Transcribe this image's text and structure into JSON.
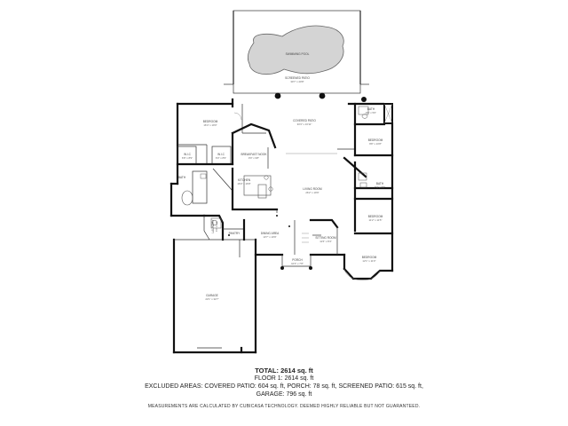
{
  "rooms": {
    "swimming_pool": "SWIMMING POOL",
    "screened_patio": {
      "name": "SCREENED PATIO",
      "dims": "30'7\" x 20'8\""
    },
    "covered_patio": {
      "name": "COVERED PATIO",
      "dims": "30'3\" x 16'11\""
    },
    "bedroom_main": {
      "name": "BEDROOM",
      "dims": "16'4\" x 19'0\""
    },
    "breakfast_nook": {
      "name": "BREAKFAST NOOK",
      "dims": "9'0\" x 9'8\""
    },
    "wic_1": {
      "name": "W.I.C",
      "dims": "6'8\" x 8'9\""
    },
    "wic_2": {
      "name": "W.I.C",
      "dims": "6'0\" x 8'9\""
    },
    "kitchen": {
      "name": "KITCHEN",
      "dims": "16'0\" x 16'8\""
    },
    "living_room": {
      "name": "LIVING ROOM",
      "dims": "26'2\" x 19'9\""
    },
    "bath_ne": {
      "name": "BATH",
      "dims": "9'8\" x 5'0\""
    },
    "bedroom_ne": {
      "name": "BEDROOM",
      "dims": "9'8\" x 10'8\""
    },
    "bath_e": {
      "name": "BATH",
      "dims": "7'4\" x 5'5\""
    },
    "bedroom_e": {
      "name": "BEDROOM",
      "dims": "11'2\" x 11'5\""
    },
    "bedroom_se": {
      "name": "BEDROOM",
      "dims": "12'1\" x 11'0\""
    },
    "bath_w": {
      "name": "BATH",
      "dims": ""
    },
    "laundry": {
      "name": "LAUNDRY",
      "dims": "6'0\" x 6'4\""
    },
    "pantry": {
      "name": "PANTRY",
      "dims": ""
    },
    "dining_area": {
      "name": "DINING AREA",
      "dims": "13'7\" x 10'9\""
    },
    "sitting_room": {
      "name": "SITTING ROOM",
      "dims": "11'6\" x 8'4\""
    },
    "porch": {
      "name": "PORCH",
      "dims": "10'0\" x 7'8\""
    },
    "garage": {
      "name": "GARAGE",
      "dims": "22'1\" x 32'7\""
    }
  },
  "summary": {
    "total": "TOTAL: 2614 sq. ft",
    "floor1": "FLOOR 1: 2614 sq. ft",
    "excluded_line1": "EXCLUDED AREAS: COVERED PATIO: 604 sq. ft, PORCH: 78 sq. ft, SCREENED PATIO: 615 sq. ft,",
    "excluded_line2": "GARAGE: 796 sq. ft",
    "disclaimer": "MEASUREMENTS ARE CALCULATED BY CUBICASA TECHNOLOGY. DEEMED HIGHLY RELIABLE BUT NOT GUARANTEED."
  }
}
